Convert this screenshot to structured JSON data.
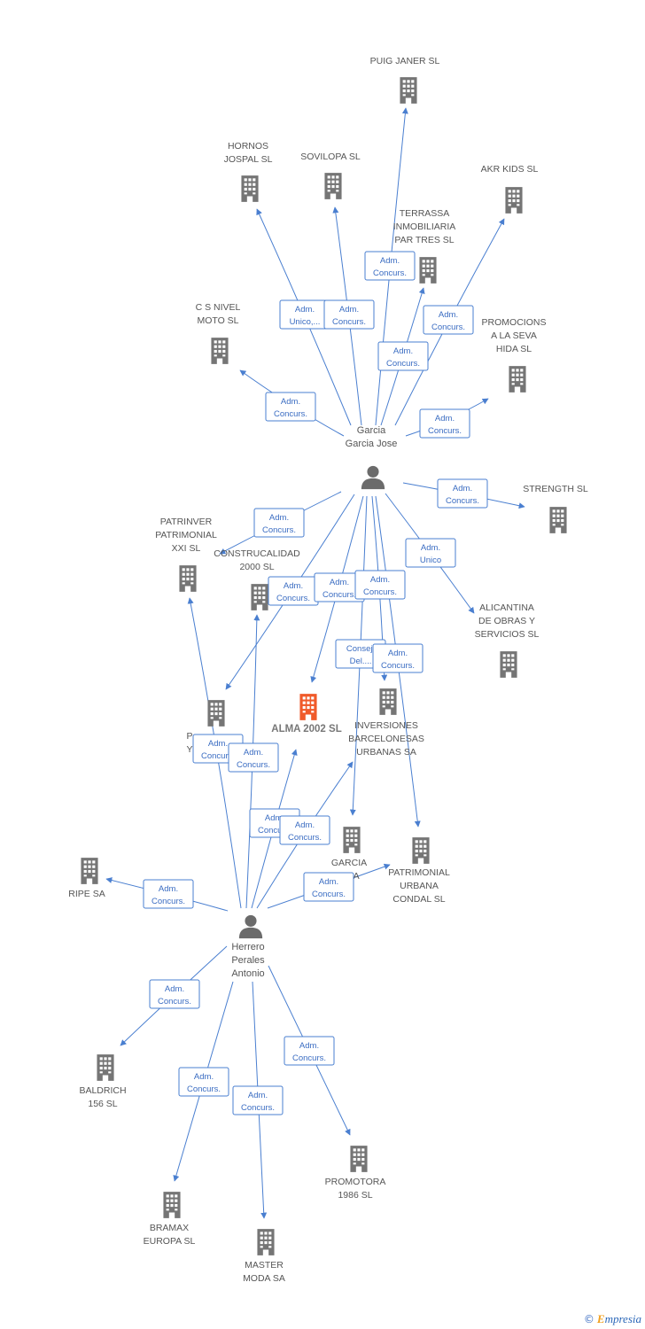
{
  "colors": {
    "edge": "#4a7fd0",
    "building": "#757575",
    "focus": "#f05a2a",
    "person": "#6b6b6b"
  },
  "people": [
    {
      "id": "p1",
      "lines": [
        "Garcia",
        "Garcia Jose"
      ],
      "icon": "person-icon"
    },
    {
      "id": "p2",
      "lines": [
        "Herrero",
        "Perales",
        "Antonio"
      ],
      "icon": "person-icon"
    }
  ],
  "companies": [
    {
      "id": "puig",
      "lines": [
        "PUIG JANER SL"
      ]
    },
    {
      "id": "hornos",
      "lines": [
        "HORNOS",
        "JOSPAL SL"
      ]
    },
    {
      "id": "sovilopa",
      "lines": [
        "SOVILOPA  SL"
      ]
    },
    {
      "id": "akr",
      "lines": [
        "AKR KIDS  SL"
      ]
    },
    {
      "id": "terrassa",
      "lines": [
        "TERRASSA",
        "INMOBILIARIA",
        "PAR TRES SL"
      ]
    },
    {
      "id": "csnivel",
      "lines": [
        "C S NIVEL",
        "MOTO SL"
      ]
    },
    {
      "id": "promocions",
      "lines": [
        "PROMOCIONS",
        "A LA SEVA",
        "HIDA SL"
      ]
    },
    {
      "id": "strength",
      "lines": [
        "STRENGTH SL"
      ]
    },
    {
      "id": "patrinver",
      "lines": [
        "PATRINVER",
        "PATRIMONIAL",
        "XXI SL"
      ]
    },
    {
      "id": "construcalidad",
      "lines": [
        "CONSTRUCALIDAD",
        "2000 SL"
      ]
    },
    {
      "id": "alicantina",
      "lines": [
        "ALICANTINA",
        "DE OBRAS Y",
        "SERVICIOS SL"
      ]
    },
    {
      "id": "py",
      "lines": [
        "P",
        "Y"
      ]
    },
    {
      "id": "alma",
      "lines": [
        "ALMA 2002 SL"
      ],
      "focus": true
    },
    {
      "id": "inversiones",
      "lines": [
        "INVERSIONES",
        "BARCELONESAS",
        "URBANAS SA"
      ]
    },
    {
      "id": "garcia",
      "lines": [
        "GARCIA",
        "A SA"
      ]
    },
    {
      "id": "patrimonial",
      "lines": [
        "PATRIMONIAL",
        "URBANA",
        "CONDAL SL"
      ]
    },
    {
      "id": "ripe",
      "lines": [
        "RIPE SA"
      ]
    },
    {
      "id": "baldrich",
      "lines": [
        "BALDRICH",
        "156 SL"
      ]
    },
    {
      "id": "promotora",
      "lines": [
        "PROMOTORA",
        "1986 SL"
      ]
    },
    {
      "id": "bramax",
      "lines": [
        "BRAMAX",
        "EUROPA SL"
      ]
    },
    {
      "id": "master",
      "lines": [
        "MASTER",
        "MODA SA"
      ]
    }
  ],
  "roles": [
    {
      "id": "r_puig",
      "lines": [
        "Adm.",
        "Concurs."
      ]
    },
    {
      "id": "r_hornos",
      "lines": [
        "Adm.",
        "Unico,..."
      ]
    },
    {
      "id": "r_sovilopa",
      "lines": [
        "Adm.",
        "Concurs."
      ]
    },
    {
      "id": "r_terrassa",
      "lines": [
        "Adm.",
        "Concurs."
      ]
    },
    {
      "id": "r_akr",
      "lines": [
        "Adm.",
        "Concurs."
      ]
    },
    {
      "id": "r_csnivel",
      "lines": [
        "Adm.",
        "Concurs."
      ]
    },
    {
      "id": "r_promocions",
      "lines": [
        "Adm.",
        "Concurs."
      ]
    },
    {
      "id": "r_strength",
      "lines": [
        "Adm.",
        "Concurs."
      ]
    },
    {
      "id": "r_patrinver",
      "lines": [
        "Adm.",
        "Concurs."
      ]
    },
    {
      "id": "r_alicantina",
      "lines": [
        "Adm.",
        "Unico"
      ]
    },
    {
      "id": "r_construcalidad",
      "lines": [
        "Adm.",
        "Concurs."
      ]
    },
    {
      "id": "r_alma1",
      "lines": [
        "Adm.",
        "Concurs."
      ]
    },
    {
      "id": "r_extra",
      "lines": [
        "Adm.",
        "Concurs."
      ]
    },
    {
      "id": "r_inversiones",
      "lines": [
        "Consej.",
        "Del...."
      ]
    },
    {
      "id": "r_patrimonial",
      "lines": [
        "Adm.",
        "Concurs."
      ]
    },
    {
      "id": "r_py1",
      "lines": [
        "Adm.",
        "Concurs."
      ]
    },
    {
      "id": "r_py2",
      "lines": [
        "Adm.",
        "Concurs."
      ]
    },
    {
      "id": "r_garcia1",
      "lines": [
        "Adm.",
        "Concurs."
      ]
    },
    {
      "id": "r_garcia2",
      "lines": [
        "Adm.",
        "Concurs."
      ]
    },
    {
      "id": "r_patrimonial2",
      "lines": [
        "Adm.",
        "Concurs."
      ]
    },
    {
      "id": "r_ripe",
      "lines": [
        "Adm.",
        "Concurs."
      ]
    },
    {
      "id": "r_baldrich",
      "lines": [
        "Adm.",
        "Concurs."
      ]
    },
    {
      "id": "r_promotora",
      "lines": [
        "Adm.",
        "Concurs."
      ]
    },
    {
      "id": "r_bramax",
      "lines": [
        "Adm.",
        "Concurs."
      ]
    },
    {
      "id": "r_master",
      "lines": [
        "Adm.",
        "Concurs."
      ]
    }
  ],
  "footer": {
    "copyright": "©",
    "brand_first": "E",
    "brand_rest": "mpresia"
  }
}
